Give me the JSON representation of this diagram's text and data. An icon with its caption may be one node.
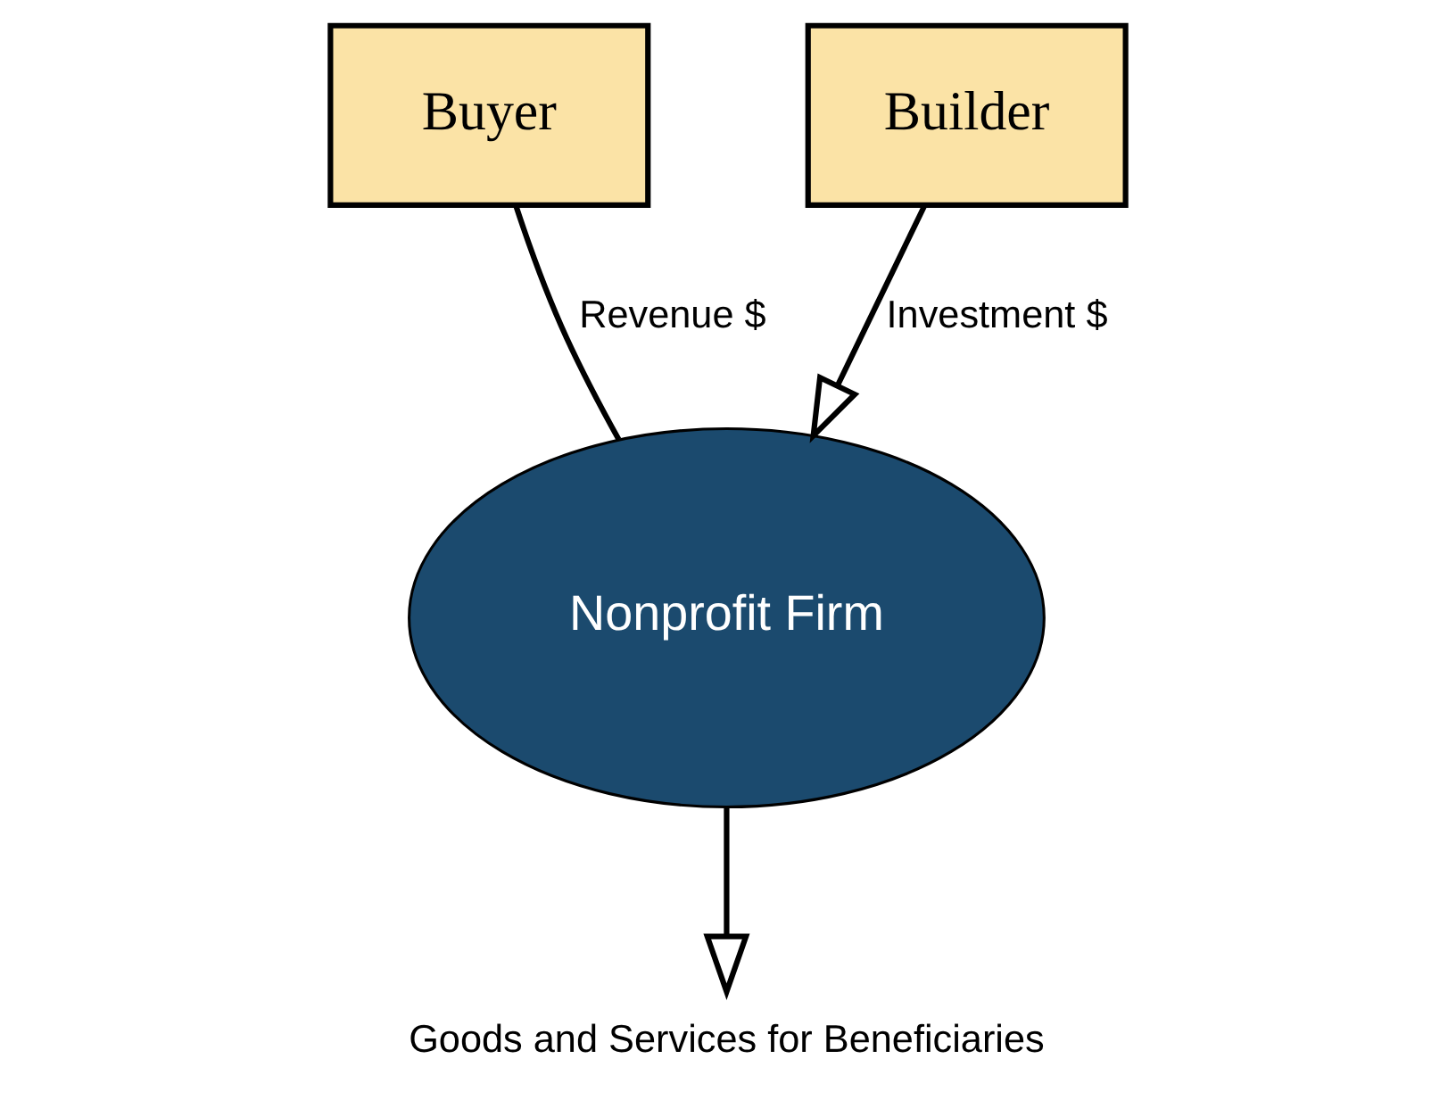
{
  "diagram": {
    "nodes": [
      {
        "text": [
          "Buyer"
        ]
      },
      {
        "text": [
          "Builder"
        ]
      },
      {
        "text": [
          "Nonprofit Firm"
        ]
      },
      {
        "text": [
          "Goods and Services for Beneficiaries"
        ]
      }
    ],
    "edges": [
      {
        "from": 0,
        "to": 2,
        "arrow": "none",
        "label": "Revenue $"
      },
      {
        "from": 1,
        "to": 2,
        "arrow": "to",
        "label": "Investment $"
      },
      {
        "from": 2,
        "to": 3,
        "arrow": "to"
      }
    ]
  }
}
